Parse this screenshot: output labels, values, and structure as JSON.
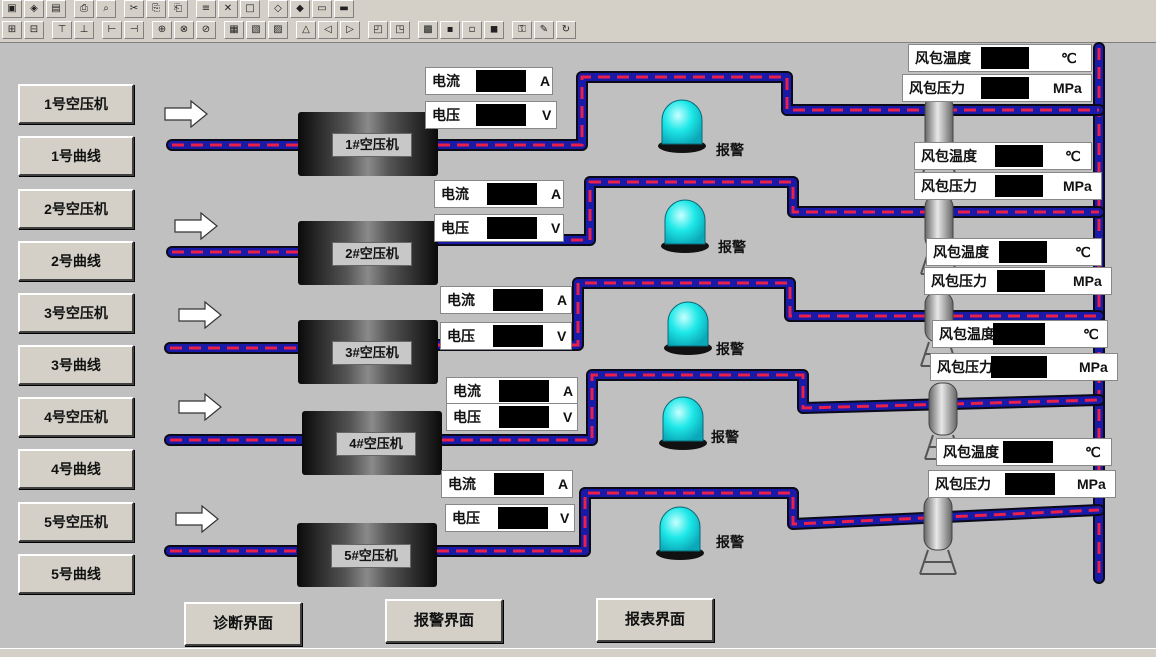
{
  "nav_buttons": [
    "1号空压机",
    "1号曲线",
    "2号空压机",
    "2号曲线",
    "3号空压机",
    "3号曲线",
    "4号空压机",
    "4号曲线",
    "5号空压机",
    "5号曲线"
  ],
  "bottom_buttons": [
    "诊断界面",
    "报警界面",
    "报表界面"
  ],
  "compressors": [
    "1#空压机",
    "2#空压机",
    "3#空压机",
    "4#空压机",
    "5#空压机"
  ],
  "electrical": {
    "current_label": "电流",
    "voltage_label": "电压",
    "current_unit": "A",
    "voltage_unit": "V"
  },
  "tank": {
    "temp_label": "风包温度",
    "pressure_label": "风包压力",
    "temp_unit": "℃",
    "pressure_unit": "MPa"
  },
  "alarm_label": "报警",
  "colors": {
    "pipe_outer": "#0a0a1a",
    "pipe_inner": "#1a1aa8",
    "flow_dash": "#e8204a",
    "alarm_lamp": "#1ee8e8",
    "background": "#c0c0c0"
  }
}
